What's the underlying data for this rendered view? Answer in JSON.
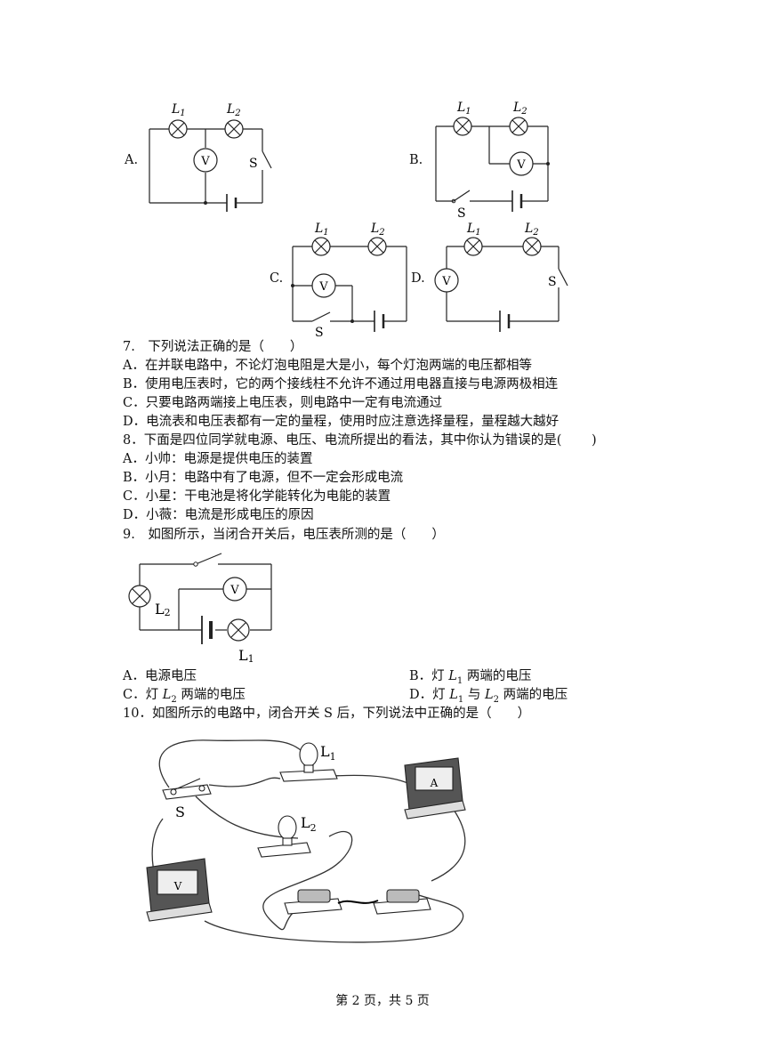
{
  "circuit_labels": {
    "L1": "L1",
    "L2": "L2",
    "S": "S",
    "V": "V",
    "A": "A"
  },
  "q6_options": {
    "A": "A.",
    "B": "B.",
    "C": "C.",
    "D": "D."
  },
  "q7": {
    "stem": "7.　下列说法正确的是（　　）",
    "A": "A．在并联电路中，不论灯泡电阻是大是小，每个灯泡两端的电压都相等",
    "B": "B．使用电压表时，它的两个接线柱不允许不通过用电器直接与电源两极相连",
    "C": "C．只要电路两端接上电压表，则电路中一定有电流通过",
    "D": "D．电流表和电压表都有一定的量程，使用时应注意选择量程，量程越大越好"
  },
  "q8": {
    "stem": "8．下面是四位同学就电源、电压、电流所提出的看法，其中你认为错误的是(　　 )",
    "A": "A．小帅：电源是提供电压的装置",
    "B": "B．小月：电路中有了电源，但不一定会形成电流",
    "C": "C．小星：干电池是将化学能转化为电能的装置",
    "D": "D．小薇：电流是形成电压的原因"
  },
  "q9": {
    "stem": "9.　如图所示，当闭合开关后，电压表所测的是（　　）",
    "A": "A．电源电压",
    "B_prefix": "B．灯 ",
    "B_suffix": "两端的电压",
    "C_prefix": "C．灯 ",
    "C_suffix": "两端的电压",
    "D_prefix": "D．灯 ",
    "D_mid": "与 ",
    "D_suffix": "两端的电压",
    "L1": "L",
    "L1_sub": "1",
    "L2": "L",
    "L2_sub": "2"
  },
  "q10": {
    "stem": "10．如图所示的电路中，闭合开关 S 后，下列说法中正确的是（　　）"
  },
  "footer": "第 2 页，共 5 页"
}
